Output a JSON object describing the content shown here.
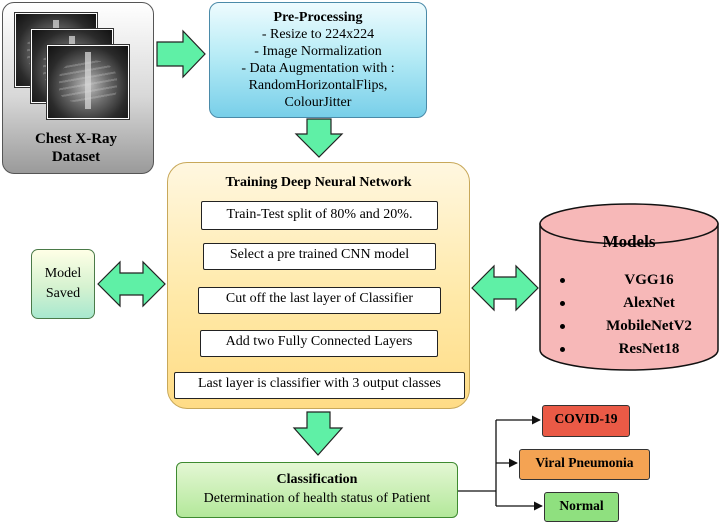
{
  "colors": {
    "arrow_fill": "#5ff0a6",
    "arrow_stroke": "#222222",
    "models_fill": "#f7b8b8",
    "covid": "#ea5a46",
    "viral": "#f4a353",
    "normal": "#8fe07f"
  },
  "dataset": {
    "title_line1": "Chest X-Ray",
    "title_line2": "Dataset"
  },
  "preprocessing": {
    "title": "Pre-Processing",
    "lines": [
      "- Resize to 224x224",
      "- Image Normalization",
      "- Data Augmentation with :",
      "RandomHorizontalFlips,",
      "ColourJitter"
    ]
  },
  "training": {
    "title": "Training Deep Neural Network",
    "steps": [
      "Train-Test split of  80% and 20%.",
      "Select a pre trained CNN model",
      "Cut off the last layer of Classifier",
      "Add two Fully Connected Layers",
      "Last layer is classifier with 3 output classes"
    ]
  },
  "model_saved": {
    "line1": "Model",
    "line2": "Saved"
  },
  "models": {
    "title": "Models",
    "items": [
      "VGG16",
      "AlexNet",
      "MobileNetV2",
      "ResNet18"
    ]
  },
  "classification": {
    "title": "Classification",
    "subtitle": "Determination of  health status of  Patient"
  },
  "outcomes": [
    "COVID-19",
    "Viral Pneumonia",
    "Normal"
  ]
}
